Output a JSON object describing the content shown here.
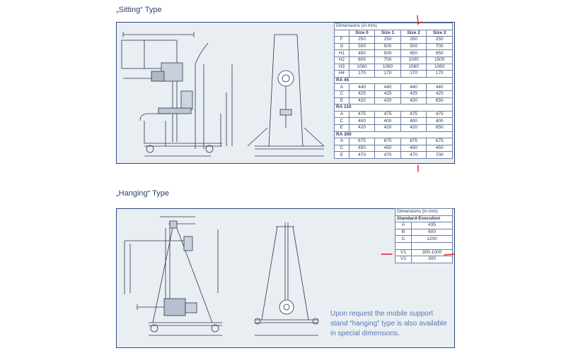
{
  "sitting": {
    "title": "„Sitting“ Type",
    "table": {
      "caption": "Dimensions (in mm)",
      "headers": [
        "",
        "Size 0",
        "Size 1",
        "Size 2",
        "Size 3"
      ],
      "rows": [
        [
          "F",
          "250",
          "250",
          "250",
          "250"
        ],
        [
          "G",
          "500",
          "500",
          "500",
          "700"
        ],
        [
          "H1",
          "450",
          "500",
          "650",
          "950"
        ],
        [
          "H2",
          "600",
          "700",
          "1000",
          "1500"
        ],
        [
          "H3",
          "1060",
          "1060",
          "1060",
          "1060"
        ],
        [
          "H4",
          "170",
          "170",
          "170",
          "170"
        ]
      ],
      "sections": [
        {
          "name": "RA 45",
          "rows": [
            [
              "A",
              "440",
              "440",
              "440",
              "440"
            ],
            [
              "C",
              "425",
              "425",
              "425",
              "425"
            ],
            [
              "E",
              "420",
              "420",
              "420",
              "650"
            ]
          ]
        },
        {
          "name": "RA 110",
          "rows": [
            [
              "A",
              "475",
              "475",
              "475",
              "475"
            ],
            [
              "C",
              "400",
              "400",
              "400",
              "400"
            ],
            [
              "E",
              "420",
              "420",
              "420",
              "650"
            ]
          ]
        },
        {
          "name": "RA 300",
          "rows": [
            [
              "A",
              "675",
              "675",
              "675",
              "675"
            ],
            [
              "C",
              "450",
              "450",
              "450",
              "450"
            ],
            [
              "E",
              "470",
              "470",
              "470",
              "700"
            ]
          ]
        }
      ]
    }
  },
  "hanging": {
    "title": "„Hanging“ Type",
    "table": {
      "caption": "Dimensions (in mm)",
      "subheader": "Standard-Execution",
      "rows": [
        [
          "A",
          "435"
        ],
        [
          "B",
          "600"
        ],
        [
          "C",
          "1200"
        ],
        [
          "",
          ""
        ],
        [
          "V1",
          "300-1000"
        ],
        [
          "V2",
          "300"
        ]
      ]
    },
    "note": "Upon request the mobile support stand “hanging” type is also available in special dimensions."
  },
  "colors": {
    "panel_bg": "#e9eef3",
    "panel_border": "#2c4a7a",
    "annotation": "#e0202a"
  }
}
